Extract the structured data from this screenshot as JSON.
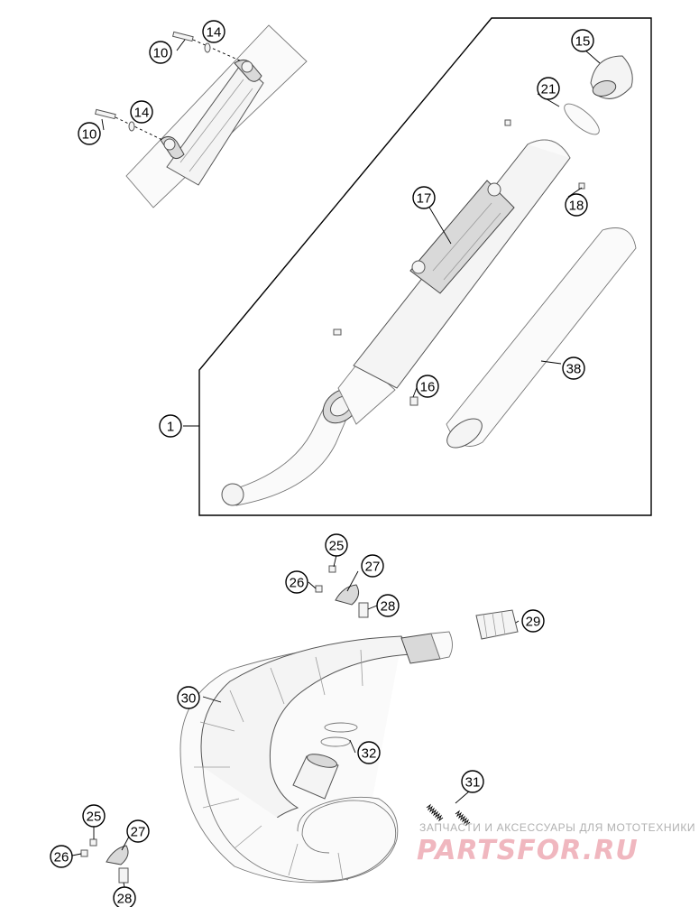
{
  "diagram": {
    "callouts": [
      {
        "id": "c1",
        "label": "1"
      },
      {
        "id": "c10a",
        "label": "10"
      },
      {
        "id": "c14a",
        "label": "14"
      },
      {
        "id": "c10b",
        "label": "10"
      },
      {
        "id": "c14b",
        "label": "14"
      },
      {
        "id": "c15",
        "label": "15"
      },
      {
        "id": "c21",
        "label": "21"
      },
      {
        "id": "c17",
        "label": "17"
      },
      {
        "id": "c18",
        "label": "18"
      },
      {
        "id": "c38",
        "label": "38"
      },
      {
        "id": "c16",
        "label": "16"
      },
      {
        "id": "c25a",
        "label": "25"
      },
      {
        "id": "c27a",
        "label": "27"
      },
      {
        "id": "c26a",
        "label": "26"
      },
      {
        "id": "c28a",
        "label": "28"
      },
      {
        "id": "c29",
        "label": "29"
      },
      {
        "id": "c30",
        "label": "30"
      },
      {
        "id": "c32",
        "label": "32"
      },
      {
        "id": "c31",
        "label": "31"
      },
      {
        "id": "c25b",
        "label": "25"
      },
      {
        "id": "c27b",
        "label": "27"
      },
      {
        "id": "c26b",
        "label": "26"
      },
      {
        "id": "c28b",
        "label": "28"
      }
    ]
  },
  "watermark": {
    "caption": "ЗАПЧАСТИ И АКСЕССУАРЫ ДЛЯ МОТОТЕХНИКИ",
    "logo": "PARTSFOR.RU"
  }
}
